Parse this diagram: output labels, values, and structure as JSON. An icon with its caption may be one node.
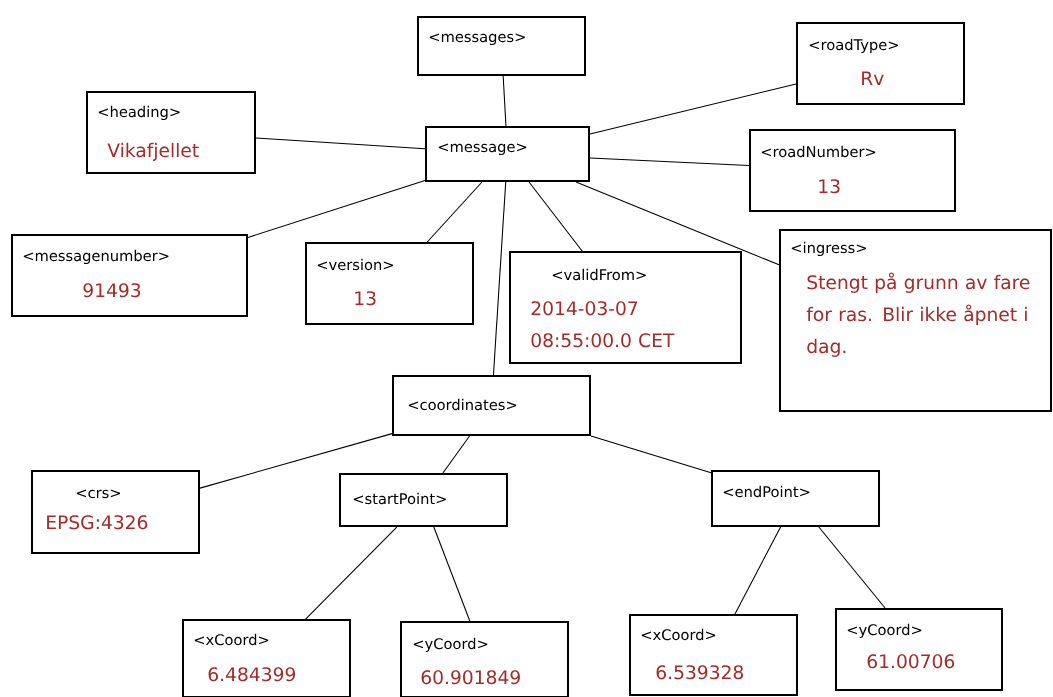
{
  "diagram": {
    "nodes": [
      {
        "text": [
          "<messages>"
        ]
      },
      {
        "text": [
          "<message>"
        ]
      },
      {
        "text": [
          "<heading>",
          "Vikafjellet"
        ]
      },
      {
        "text": [
          "<roadType>",
          "Rv"
        ]
      },
      {
        "text": [
          "<roadNumber>",
          "13"
        ]
      },
      {
        "text": [
          "<messagenumber>",
          "91493"
        ]
      },
      {
        "text": [
          "<version>",
          "13"
        ]
      },
      {
        "text": [
          "<validFrom>",
          "2014-03-07 08:55:00.0 CET"
        ]
      },
      {
        "text": [
          "<ingress>",
          "Stengt på grunn av fare for ras. Blir ikke åpnet i dag."
        ]
      },
      {
        "text": [
          "<coordinates>"
        ]
      },
      {
        "text": [
          "<crs>",
          "EPSG:4326"
        ]
      },
      {
        "text": [
          "<startPoint>"
        ]
      },
      {
        "text": [
          "<endPoint>"
        ]
      },
      {
        "text": [
          "<xCoord>",
          "6.484399"
        ]
      },
      {
        "text": [
          "<yCoord>",
          "60.901849"
        ]
      },
      {
        "text": [
          "<xCoord>",
          "6.539328"
        ]
      },
      {
        "text": [
          "<yCoord>",
          "61.00706"
        ]
      }
    ],
    "edges": [
      {
        "from": 0,
        "to": 1,
        "arrow": "none"
      },
      {
        "from": 1,
        "to": 2,
        "arrow": "none"
      },
      {
        "from": 1,
        "to": 3,
        "arrow": "none"
      },
      {
        "from": 1,
        "to": 4,
        "arrow": "none"
      },
      {
        "from": 1,
        "to": 5,
        "arrow": "none"
      },
      {
        "from": 1,
        "to": 6,
        "arrow": "none"
      },
      {
        "from": 1,
        "to": 7,
        "arrow": "none"
      },
      {
        "from": 1,
        "to": 8,
        "arrow": "none"
      },
      {
        "from": 1,
        "to": 9,
        "arrow": "none"
      },
      {
        "from": 9,
        "to": 10,
        "arrow": "none"
      },
      {
        "from": 9,
        "to": 11,
        "arrow": "none"
      },
      {
        "from": 9,
        "to": 12,
        "arrow": "none"
      },
      {
        "from": 11,
        "to": 13,
        "arrow": "none"
      },
      {
        "from": 11,
        "to": 14,
        "arrow": "none"
      },
      {
        "from": 12,
        "to": 15,
        "arrow": "none"
      },
      {
        "from": 12,
        "to": 16,
        "arrow": "none"
      }
    ]
  }
}
